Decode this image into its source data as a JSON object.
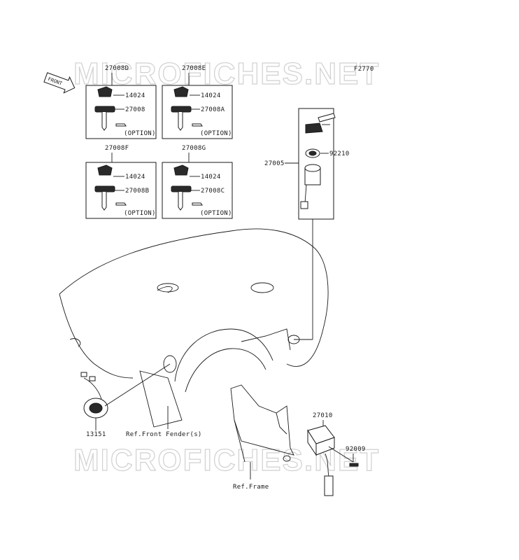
{
  "watermark": "MICROFICHES.NET",
  "figure_code": "F2770",
  "front_arrow_label": "FRONT",
  "kits": [
    {
      "set": "27008D",
      "parts": [
        "14024",
        "27008"
      ],
      "option": "(OPTION)"
    },
    {
      "set": "27008E",
      "parts": [
        "14024",
        "27008A"
      ],
      "option": "(OPTION)"
    },
    {
      "set": "27008F",
      "parts": [
        "14024",
        "27008B"
      ],
      "option": "(OPTION)"
    },
    {
      "set": "27008G",
      "parts": [
        "14024",
        "27008C"
      ],
      "option": "(OPTION)"
    }
  ],
  "switch_assembly": {
    "number": "27005",
    "nut": "92210"
  },
  "relay": {
    "number": "27010",
    "bolt": "92009"
  },
  "horn": {
    "number": "13151"
  },
  "refs": {
    "front_fender": "Ref.Front Fender(s)",
    "frame": "Ref.Frame"
  }
}
